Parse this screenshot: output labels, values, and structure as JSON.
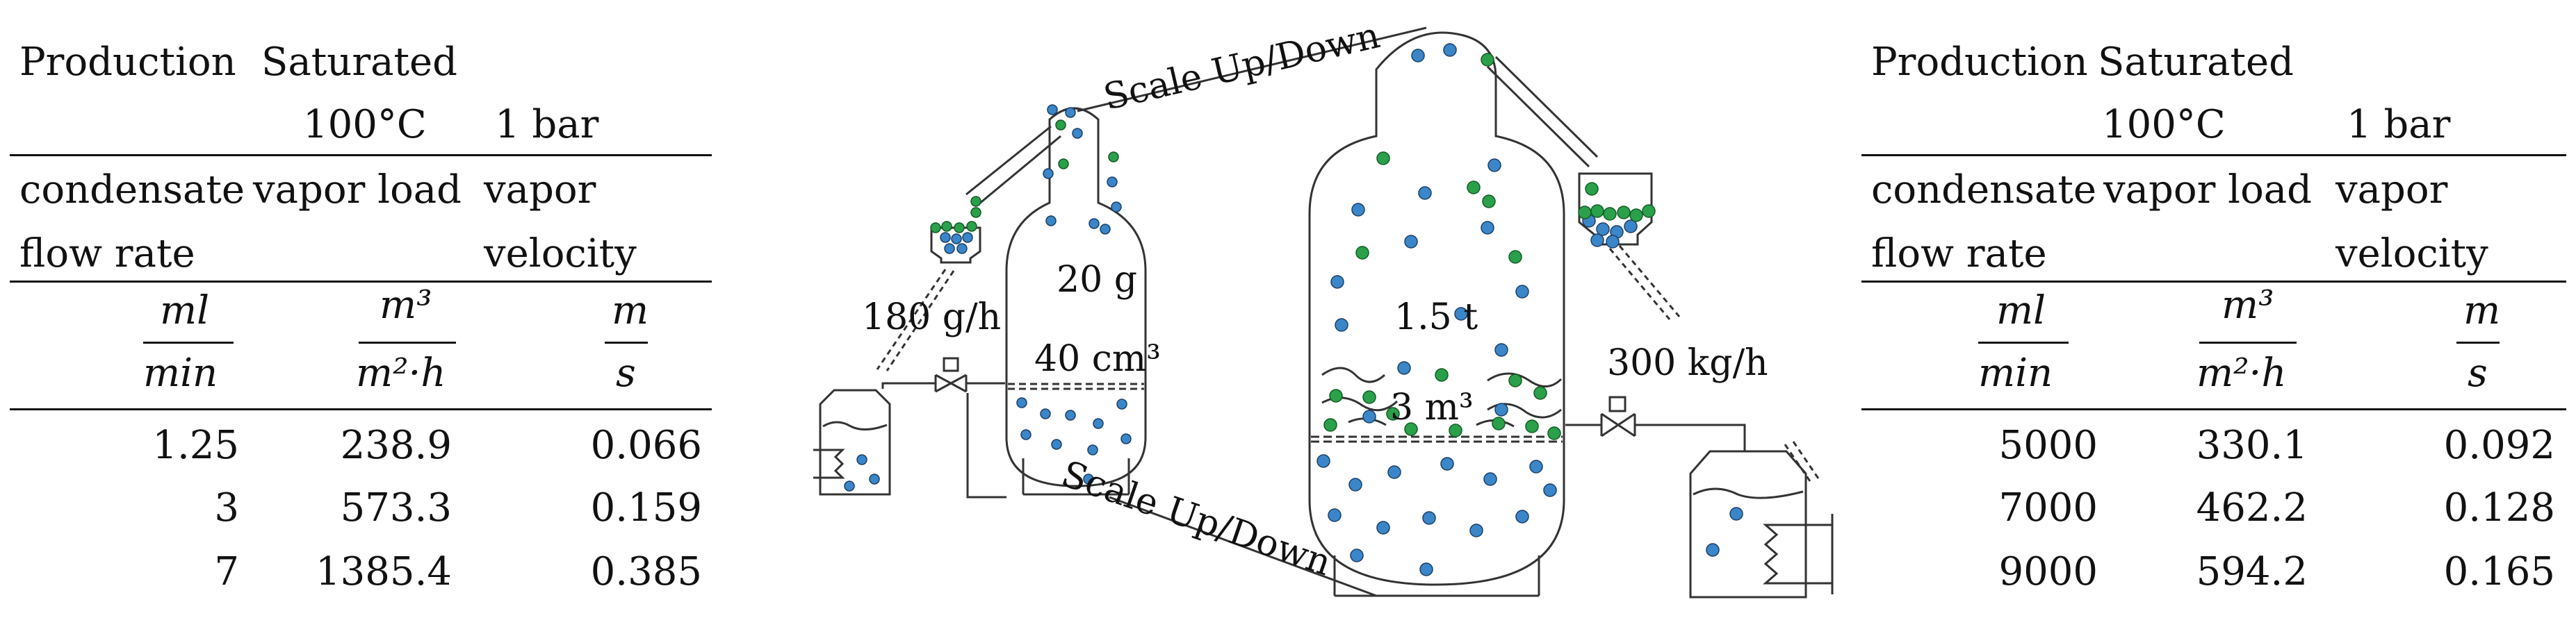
{
  "left_table": {
    "header": {
      "c1_line1": "Production",
      "c2_line1": "Saturated",
      "c2_line2": "100°C",
      "c3_line2": "1 bar",
      "c1_line3": "condensate",
      "c1_line4": "flow rate",
      "c2_line3": "vapor load",
      "c3_line3": "vapor",
      "c3_line4": "velocity"
    },
    "units": {
      "u1_num": "ml",
      "u1_den": "min",
      "u2_num": "m³",
      "u2_den": "m²·h",
      "u3_num": "m",
      "u3_den": "s"
    },
    "rows": [
      [
        "1.25",
        "238.9",
        "0.066"
      ],
      [
        "3",
        "573.3",
        "0.159"
      ],
      [
        "7",
        "1385.4",
        "0.385"
      ]
    ]
  },
  "right_table": {
    "header": {
      "c1_line1": "Production",
      "c2_line1": "Saturated",
      "c2_line2": "100°C",
      "c3_line2": "1 bar",
      "c1_line3": "condensate",
      "c1_line4": "flow rate",
      "c2_line3": "vapor load",
      "c3_line3": "vapor",
      "c3_line4": "velocity"
    },
    "units": {
      "u1_num": "ml",
      "u1_den": "min",
      "u2_num": "m³",
      "u2_den": "m²·h",
      "u3_num": "m",
      "u3_den": "s"
    },
    "rows": [
      [
        "5000",
        "330.1",
        "0.092"
      ],
      [
        "7000",
        "462.2",
        "0.128"
      ],
      [
        "9000",
        "594.2",
        "0.165"
      ]
    ]
  },
  "diagram": {
    "scale_top": "Scale Up/Down",
    "scale_bottom": "Scale Up/Down",
    "small_flow": "180 g/h",
    "small_mass": "20 g",
    "small_volume": "40 cm³",
    "large_mass": "1.5 t",
    "large_volume": "3 m³",
    "large_flow": "300 kg/h",
    "colors": {
      "blue_dot": "#3a86c8",
      "green_dot": "#2aa04a",
      "stroke": "#333333"
    }
  }
}
